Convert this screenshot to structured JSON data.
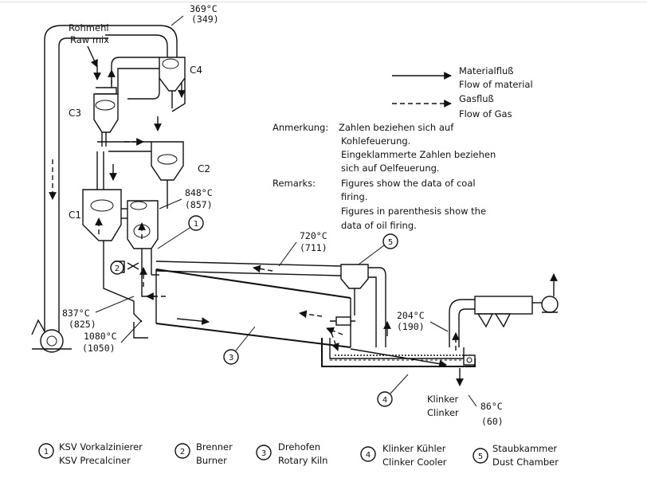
{
  "raw_meal": {
    "de": "Rohmehl",
    "en": "Raw mix"
  },
  "temps": {
    "top": {
      "coal": "369°C",
      "oil": "(349)"
    },
    "precalciner": {
      "coal": "848°C",
      "oil": "(857)"
    },
    "duct": {
      "coal": "720°C",
      "oil": "(711)"
    },
    "riser": {
      "coal": "837°C",
      "oil": "(825)"
    },
    "kiln_inlet": {
      "coal": "1080°C",
      "oil": "(1050)"
    },
    "cooler_exit": {
      "coal": "204°C",
      "oil": "(190)"
    },
    "clinker": {
      "coal": "86°C",
      "oil": "(60)"
    }
  },
  "cyclones": [
    "C4",
    "C3",
    "C2",
    "C1"
  ],
  "clinker_label": {
    "de": "Klinker",
    "en": "Clinker"
  },
  "legend": {
    "material_de": "Materialfluß",
    "material_en": "Flow of material",
    "gas_de": "Gasfluß",
    "gas_en": "Flow of Gas"
  },
  "notes": {
    "anm_label": "Anmerkung:",
    "anm_lines": [
      "Zahlen beziehen sich auf",
      "Kohlefeuerung.",
      "Eingeklammerte Zahlen beziehen",
      "sich auf Oelfeuerung."
    ],
    "rem_label": "Remarks:",
    "rem_lines": [
      "Figures show the data of coal",
      "firing.",
      "Figures in parenthesis show the",
      "data of oil firing."
    ]
  },
  "callouts": [
    "1",
    "2",
    "3",
    "4",
    "5"
  ],
  "key": [
    {
      "num": "1",
      "de": "KSV Vorkalzinierer",
      "en": "KSV Precalciner"
    },
    {
      "num": "2",
      "de": "Brenner",
      "en": "Burner"
    },
    {
      "num": "3",
      "de": "Drehofen",
      "en": "Rotary Kiln"
    },
    {
      "num": "4",
      "de": "Klinker Kühler",
      "en": "Clinker Cooler"
    },
    {
      "num": "5",
      "de": "Staubkammer",
      "en": "Dust Chamber"
    }
  ]
}
